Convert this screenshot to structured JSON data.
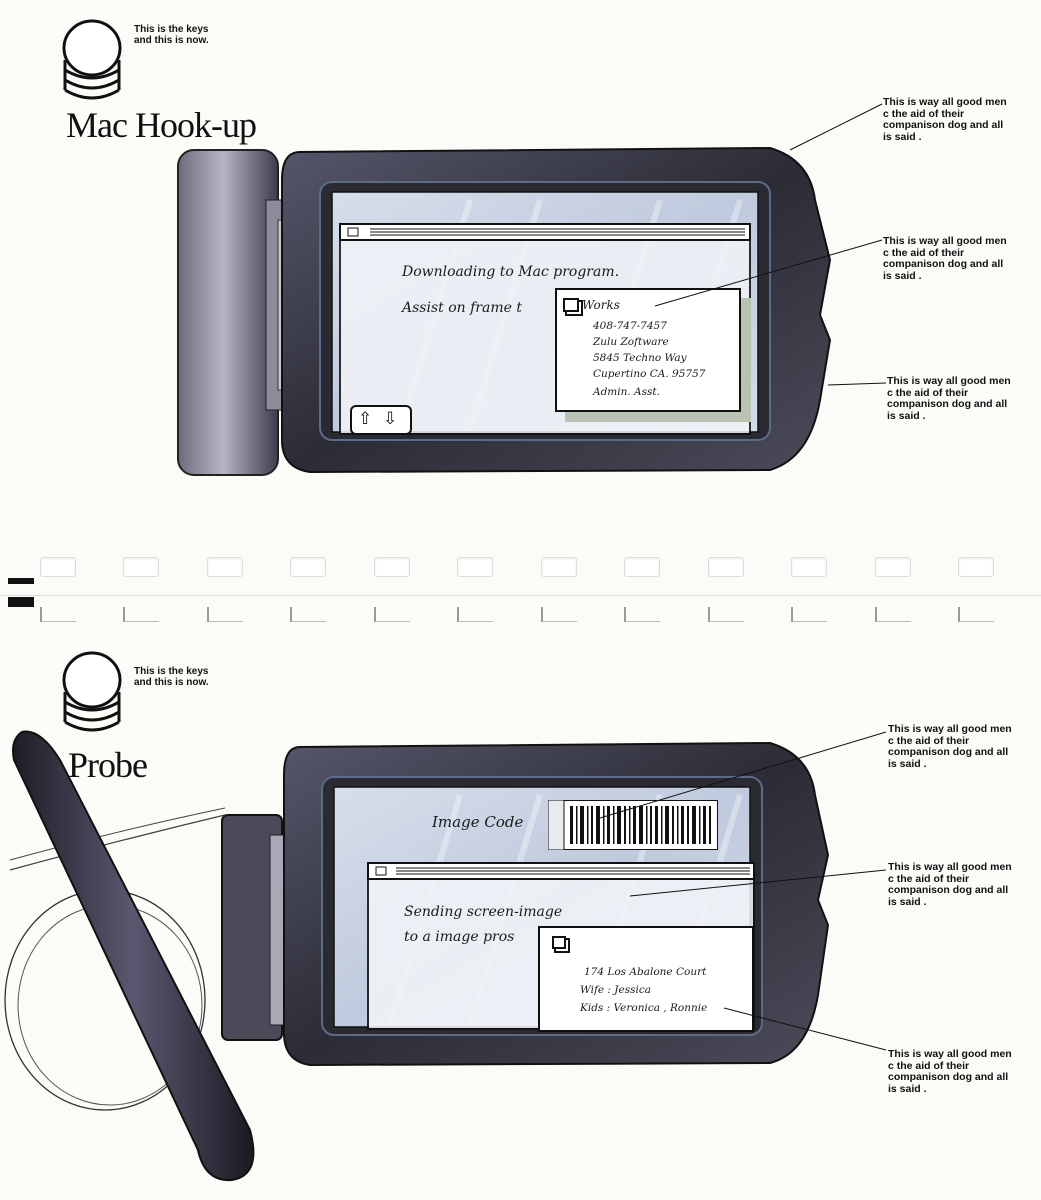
{
  "panels": [
    {
      "keys_caption": "This is the keys\nand this is now.",
      "title": "Mac Hook-up",
      "screen": {
        "line1": "Downloading to Mac program.",
        "line2": "Assist on frame t",
        "card": {
          "title": "Works",
          "lines": [
            "408-747-7457",
            "Zulu Zoftware",
            "5845 Techno Way",
            "Cupertino CA. 95757",
            "Admin. Asst."
          ]
        }
      },
      "callouts": [
        "This is way all good men c  the aid of their companison dog and all is said .",
        "This is way all good men c  the aid of their companison dog and all is said .",
        "This is way all good men c  the aid of their companison dog and all is said ."
      ]
    },
    {
      "keys_caption": "This is the keys\nand this is now.",
      "title": "Probe",
      "screen": {
        "image_code_label": "Image Code",
        "line1": "Sending screen-image",
        "line2": "to a image pros",
        "card": {
          "title": "",
          "lines": [
            "174 Los Abalone Court",
            "Wife : Jessica",
            "Kids : Veronica , Ronnie"
          ]
        }
      },
      "callouts": [
        "This is way all good men c  the aid of their companison dog and all is said .",
        "This is way all good men c  the aid of their companison dog and all is said .",
        "This is way all good men c  the aid of their companison dog and all is said ."
      ]
    }
  ],
  "colors": {
    "device_body": "#3a3a44",
    "screen_bg": "#c9d3e2",
    "paper": "#fbfbf8"
  },
  "icons": [
    "disk-stack-icon",
    "scroll-up-arrow-icon",
    "scroll-down-arrow-icon",
    "barcode-icon",
    "document-icon"
  ]
}
